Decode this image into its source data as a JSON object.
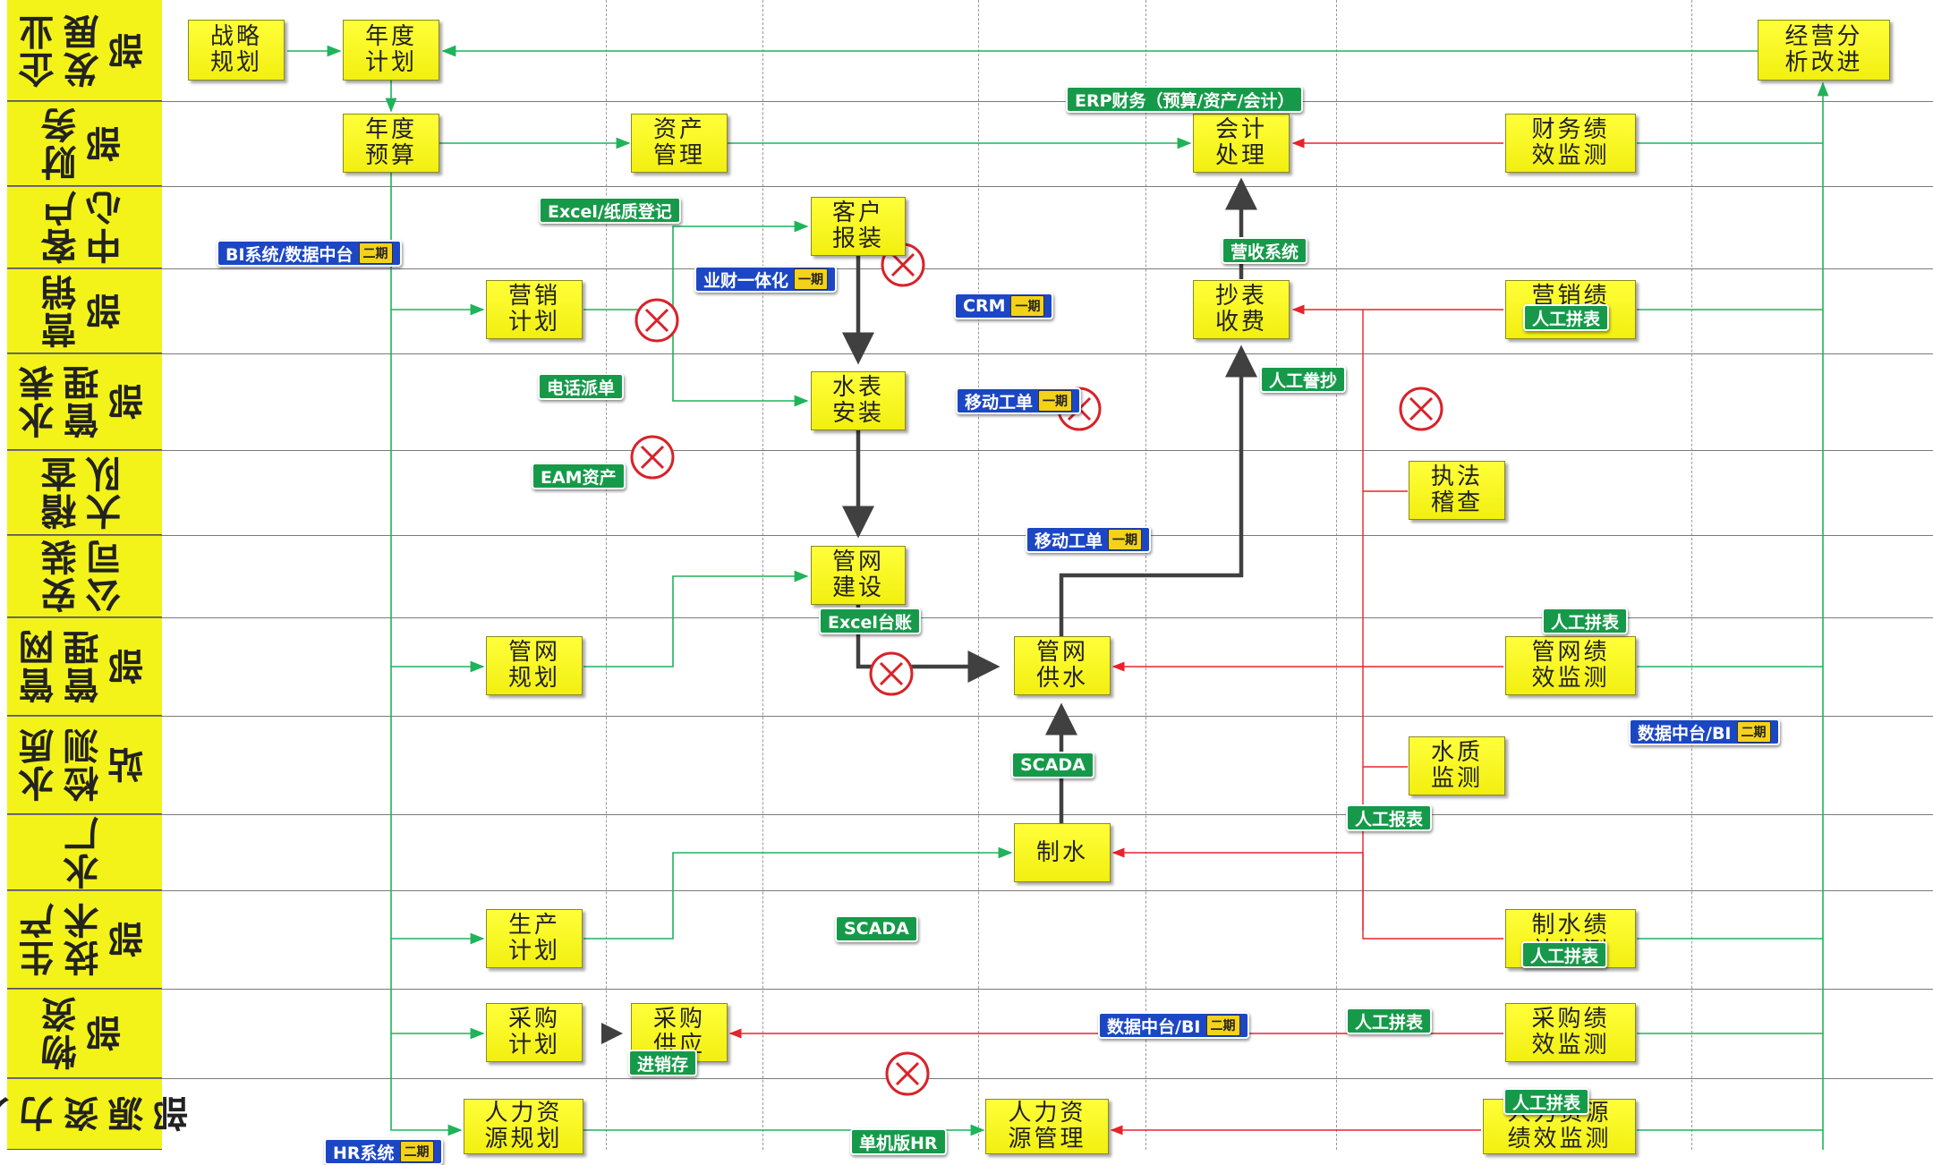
{
  "lanes": [
    {
      "label": "企业\n发展部"
    },
    {
      "label": "财务\n部"
    },
    {
      "label": "客户\n中心"
    },
    {
      "label": "营销\n部"
    },
    {
      "label": "水表\n管理部"
    },
    {
      "label": "稽查\n大队"
    },
    {
      "label": "安装\n公司"
    },
    {
      "label": "管网\n管理部"
    },
    {
      "label": "水质\n检测站"
    },
    {
      "label": "水厂"
    },
    {
      "label": "生产\n技术部"
    },
    {
      "label": "物资\n部"
    },
    {
      "label": "人力\n资源部"
    }
  ],
  "processes": {
    "strategy": "战略\n规划",
    "annual_plan": "年度\n计划",
    "operation_improve": "经营分\n析改进",
    "annual_budget": "年度\n预算",
    "asset_mgmt": "资产\n管理",
    "accounting": "会计\n处理",
    "finance_perf": "财务绩\n效监测",
    "customer_report": "客户\n报装",
    "marketing_plan": "营销\n计划",
    "meter_billing": "抄表\n收费",
    "marketing_perf": "营销绩\n效监测",
    "meter_install": "水表\n安装",
    "law_inspect": "执法\n稽查",
    "network_build": "管网\n建设",
    "network_plan": "管网\n规划",
    "network_supply": "管网\n供水",
    "network_perf": "管网绩\n效监测",
    "quality_monitor": "水质\n监测",
    "water_make": "制水",
    "prod_plan": "生产\n计划",
    "water_perf": "制水绩\n效监测",
    "purchase_plan": "采购\n计划",
    "purchase_supply": "采购\n供应",
    "purchase_perf": "采购绩\n效监测",
    "hr_plan": "人力资\n源规划",
    "hr_mgmt": "人力资\n源管理",
    "hr_perf": "人力资源\n绩效监测"
  },
  "tags": {
    "erp": "ERP财务（预算/资产/会计）",
    "excel_paper": "Excel/纸质登记",
    "bi_platform": "BI系统/数据中台",
    "revenue_sys": "营收系统",
    "fin_integration": "业财一体化",
    "crm": "CRM",
    "manual_copy": "人工誊抄",
    "phone_dispatch": "电话派单",
    "mobile_order1": "移动工单",
    "eam": "EAM资产",
    "mobile_order2": "移动工单",
    "excel_ledger": "Excel台账",
    "manual_sheet1": "人工拼表",
    "manual_sheet2": "人工拼表",
    "data_bi": "数据中台/BI",
    "scada1": "SCADA",
    "manual_report": "人工报表",
    "scada2": "SCADA",
    "manual_sheet3": "人工拼表",
    "data_bi2": "数据中台/BI",
    "manual_sheet4": "人工拼表",
    "inventory": "进销存",
    "manual_sheet5": "人工拼表",
    "standalone_hr": "单机版HR",
    "hr_sys": "HR系统",
    "phase1": "一期",
    "phase2": "二期"
  },
  "colors": {
    "lane_header": "#f3f31a",
    "process_box": "#f2ef10",
    "tag_green": "#169a4a",
    "tag_blue": "#1c47c4",
    "flow_green": "#1fb35a",
    "flow_red": "#e8232a",
    "flow_main": "#404040",
    "error_mark": "#d8222a"
  },
  "icons": {
    "error": "x-circle-icon"
  }
}
